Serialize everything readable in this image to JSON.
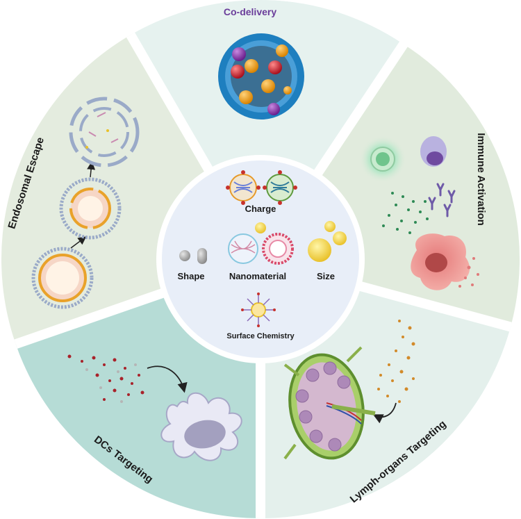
{
  "segments": {
    "co_delivery": "Co-delivery",
    "immune_activation": "Immune Activation",
    "lymph_organs_targeting": "Lymph-organs Targeting",
    "dcs_targeting": "DCs Targeting",
    "endosomal_escape": "Endosomal Escape"
  },
  "center": {
    "charge": "Charge",
    "shape": "Shape",
    "nanomaterial": "Nanomaterial",
    "size": "Size",
    "surface_chemistry": "Surface Chemistry"
  },
  "colors": {
    "codelivery_bg": "#e6f2ef",
    "immune_bg": "#e1ebdd",
    "lymph_bg": "#e4f0ec",
    "dcs_bg": "#b6dcd6",
    "endosomal_bg": "#e4ecdf",
    "center_bg": "#e8eef8",
    "accent_purple": "#6a3d9a"
  }
}
